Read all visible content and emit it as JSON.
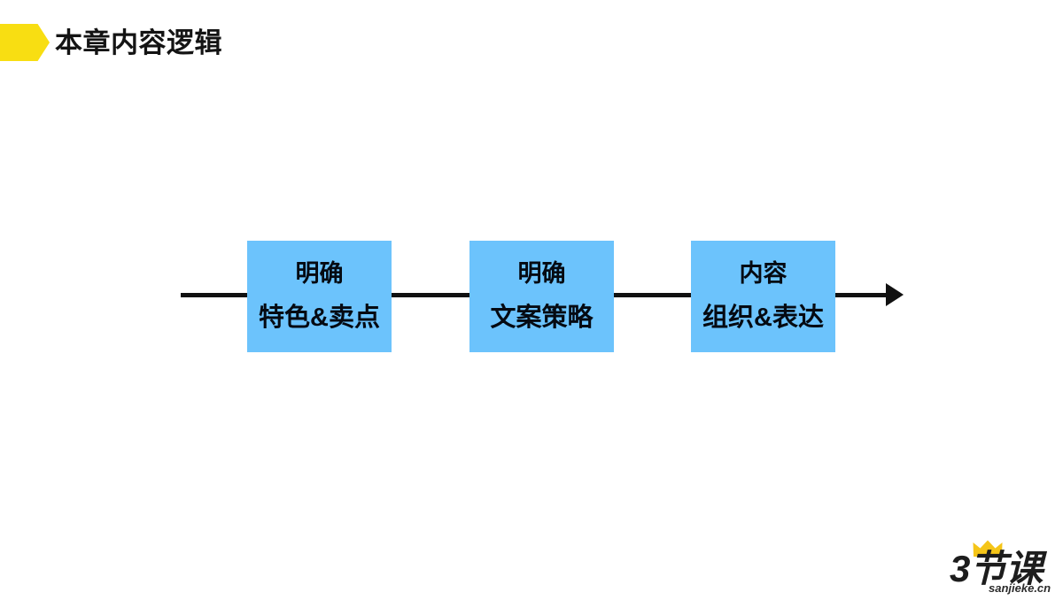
{
  "slide": {
    "background_color": "#ffffff",
    "title": {
      "text": "本章内容逻辑",
      "marker_icon": "pentagon-arrow-marker",
      "marker_color": "#f8de12",
      "text_color": "#141414"
    },
    "diagram": {
      "type": "horizontal-process-flow",
      "box_color": "#6cc3fc",
      "line_color": "#111111",
      "arrow_direction": "right",
      "steps": [
        {
          "line1": "明确",
          "line2": "特色&卖点"
        },
        {
          "line1": "明确",
          "line2": "文案策略"
        },
        {
          "line1": "内容",
          "line2": "组织&表达"
        }
      ]
    },
    "logo": {
      "wordmark": "3节课",
      "url": "sanjieke.cn",
      "crown_icon": "crown-icon",
      "crown_color": "#f5c518"
    }
  }
}
